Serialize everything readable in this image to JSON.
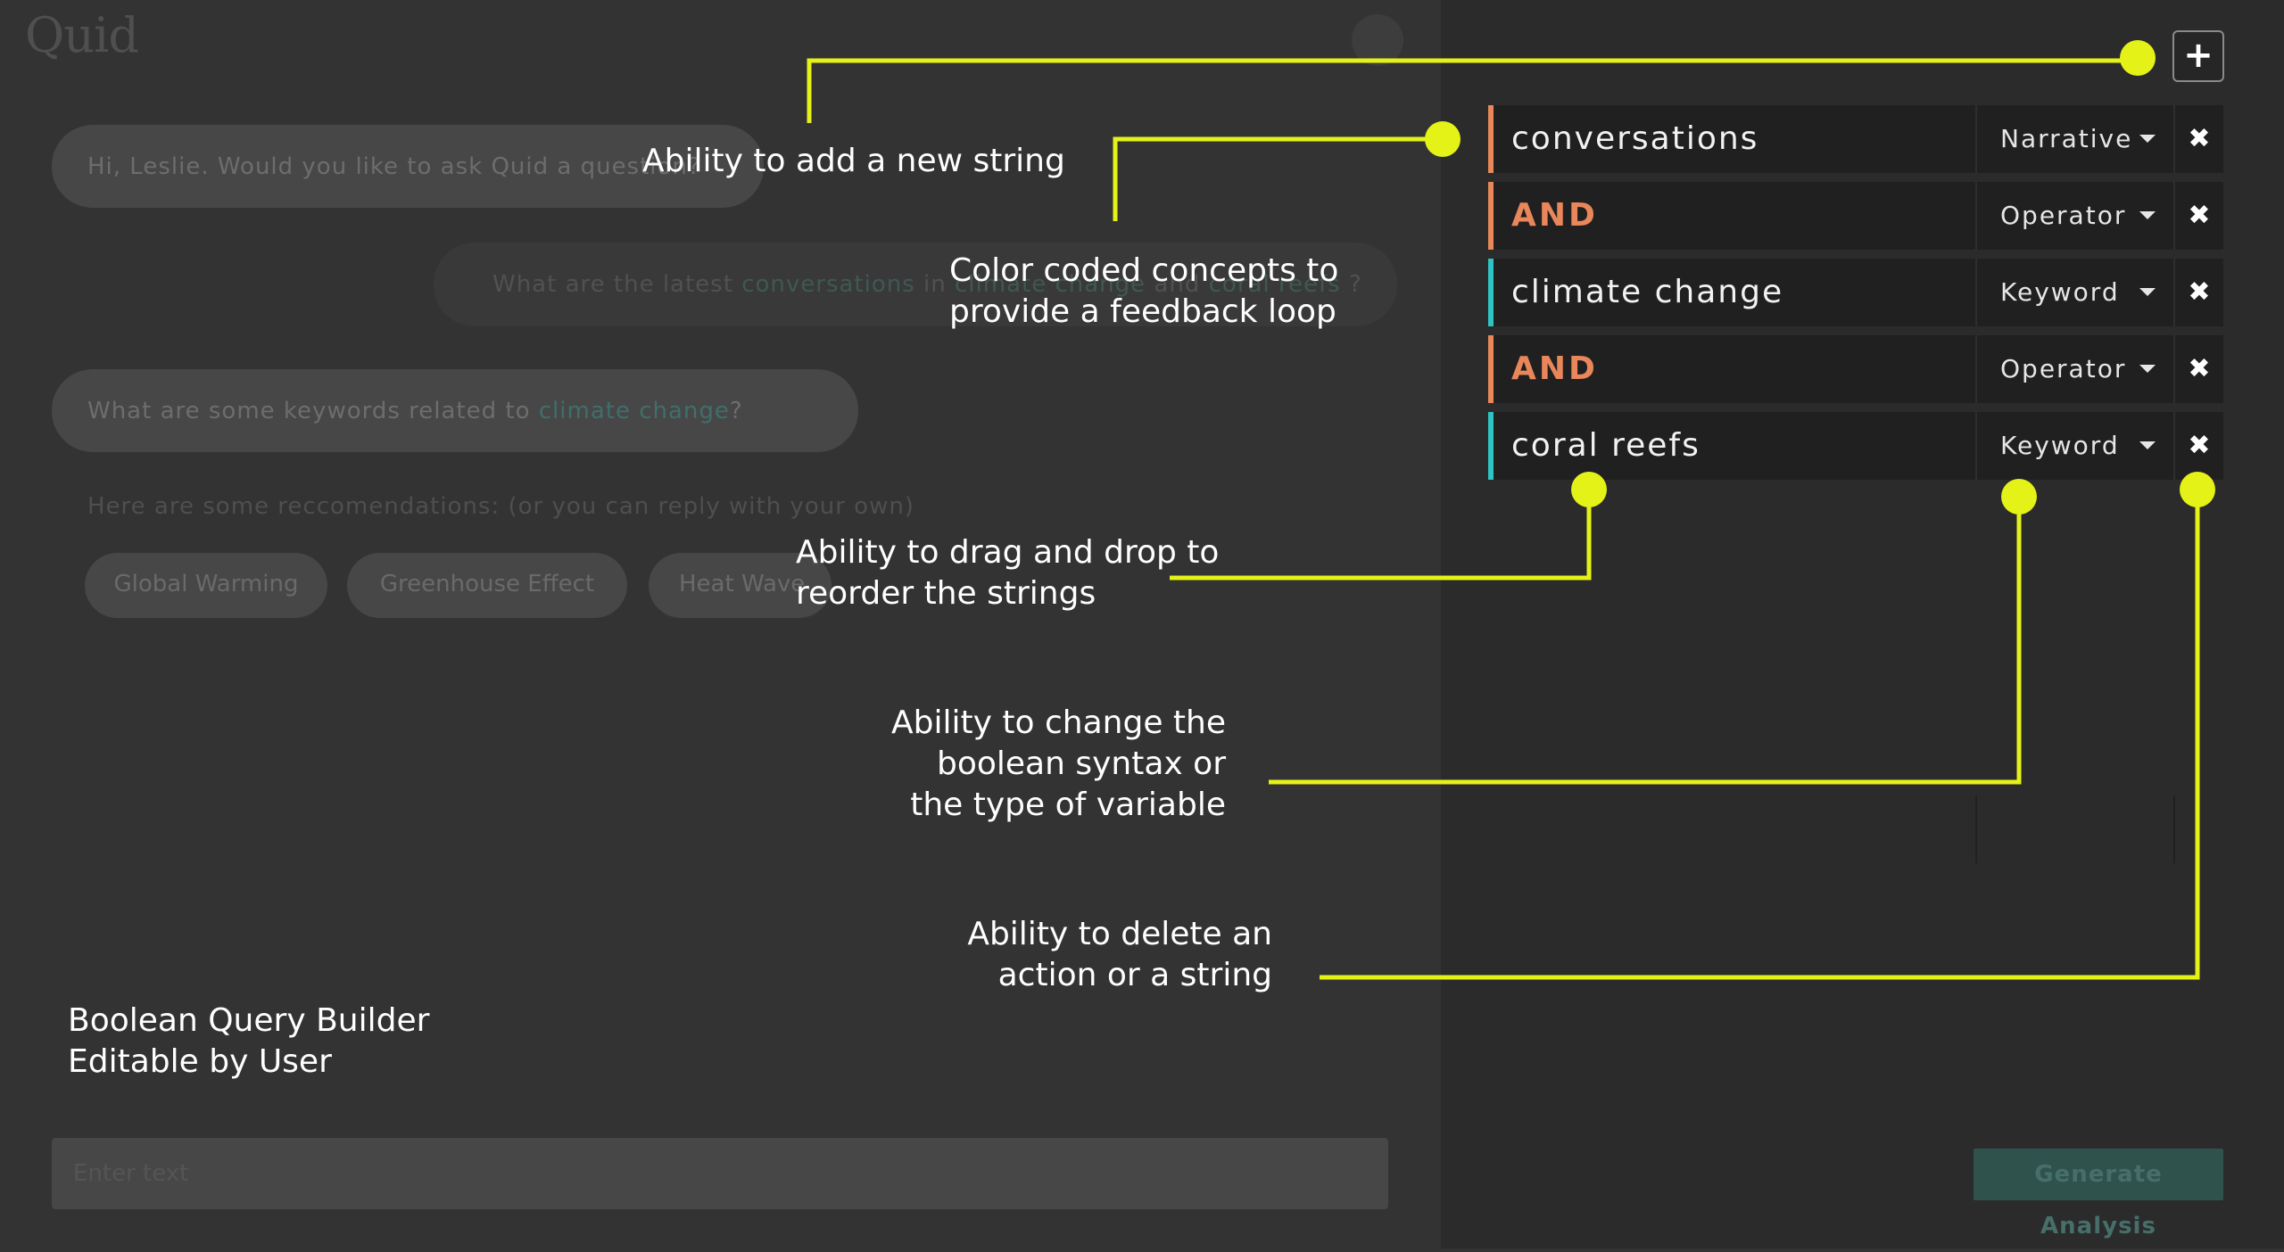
{
  "app": {
    "logo": "Quid"
  },
  "chat": {
    "messages": [
      {
        "id": "msg-1",
        "parts": [
          {
            "text": "Hi, Leslie. Would you like to ask Quid a question?",
            "highlight": false
          }
        ]
      },
      {
        "id": "msg-2",
        "parts": [
          {
            "text": "What are the latest ",
            "highlight": false
          },
          {
            "text": "conversations",
            "highlight": true
          },
          {
            "text": " in ",
            "highlight": false
          },
          {
            "text": "climate change",
            "highlight": true
          },
          {
            "text": " and ",
            "highlight": false
          },
          {
            "text": "coral reefs",
            "highlight": true
          },
          {
            "text": " ?",
            "highlight": false
          }
        ]
      },
      {
        "id": "msg-3",
        "parts": [
          {
            "text": "What are some keywords related to ",
            "highlight": false
          },
          {
            "text": "climate change",
            "highlight": true
          },
          {
            "text": "?",
            "highlight": false
          }
        ]
      }
    ],
    "recommendation_label": "Here are some reccomendations: (or you can reply with your own)",
    "recommendations": [
      "Global Warming",
      "Greenhouse Effect",
      "Heat Wave"
    ],
    "input_placeholder": "Enter text"
  },
  "builder": {
    "add_label": "+",
    "delete_label": "✖",
    "rows": [
      {
        "term": "conversations",
        "type": "Narrative",
        "kind": "concept",
        "color": "#e9875b"
      },
      {
        "term": "AND",
        "type": "Operator",
        "kind": "operator",
        "color": "#e9875b"
      },
      {
        "term": "climate change",
        "type": "Keyword",
        "kind": "concept",
        "color": "#2ec4c4"
      },
      {
        "term": "AND",
        "type": "Operator",
        "kind": "operator",
        "color": "#e9875b"
      },
      {
        "term": "coral reefs",
        "type": "Keyword",
        "kind": "concept",
        "color": "#2ec4c4"
      }
    ],
    "generate_label": "Generate Analysis"
  },
  "annotations": {
    "add_string": "Ability to add a new string",
    "color_coded": [
      "Color coded concepts to",
      "provide a feedback loop"
    ],
    "drag_drop": [
      "Ability to drag and drop to",
      "reorder the strings"
    ],
    "change_syntax": [
      "Ability to change the",
      "boolean syntax or",
      "the type of variable"
    ],
    "delete": [
      "Ability to delete an",
      "action or a string"
    ],
    "caption": [
      "Boolean Query Builder",
      "Editable by User"
    ]
  },
  "colors": {
    "callout": "#e4f218",
    "concept_orange": "#e9875b",
    "concept_teal": "#2ec4c4"
  }
}
